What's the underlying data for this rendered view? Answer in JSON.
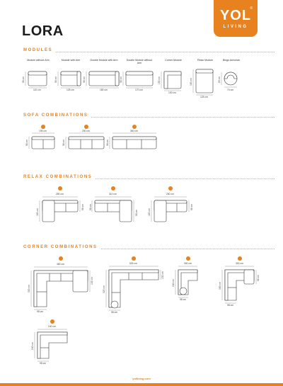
{
  "brand": {
    "logo_main": "YOL",
    "logo_sub": "LIVING",
    "registered": "®",
    "url": "yolliving.com",
    "accent": "#e8821e"
  },
  "product_title": "LORA",
  "sections": {
    "modules": "MODULES",
    "sofa": "SOFA COMBINATIONS",
    "relax": "RELAX COMBINATIONS",
    "corner": "CORNER COMBINATIONS"
  },
  "modules": [
    {
      "label": "Module without Arm",
      "width": "110 cm",
      "height": "98 cm"
    },
    {
      "label": "Module with Arm",
      "width": "125 cm",
      "height": "98 cm"
    },
    {
      "label": "Double Module with Arm",
      "width": "180 cm",
      "height": "98 cm"
    },
    {
      "label": "Double Module without Arm",
      "width": "170 cm",
      "height": "98 cm"
    },
    {
      "label": "Corner Module",
      "width": "100 cm",
      "height": "100 cm"
    },
    {
      "label": "Relax Module",
      "width": "125 cm",
      "height": "163 cm"
    },
    {
      "label": "Bingo Armchair",
      "width": "70 cm",
      "height": "85 cm"
    }
  ],
  "sofa_combinations": [
    {
      "width": "195 cm",
      "height": "98 cm"
    },
    {
      "width": "250 cm",
      "height": "98 cm"
    },
    {
      "width": "360 cm",
      "height": "98 cm"
    }
  ],
  "relax_combinations": [
    {
      "width": "280 cm",
      "height": "163 cm",
      "side": "98 cm"
    },
    {
      "width": "310 cm",
      "height": "98 cm",
      "side": "98 cm"
    },
    {
      "width": "250 cm",
      "height": "163 cm",
      "side": "98 cm"
    }
  ],
  "corner_combinations": [
    {
      "width": "460 cm",
      "height": "330 cm",
      "depth": "98 cm",
      "side": "132 cm"
    },
    {
      "width": "525 cm",
      "height": "323 cm",
      "depth": "98 cm",
      "side": "132 cm"
    },
    {
      "width": "300 cm",
      "height": "240 cm",
      "depth": "98 cm"
    },
    {
      "width": "300 cm",
      "height": "300 cm",
      "depth": "98 cm",
      "side": "98 cm"
    },
    {
      "width": "240 cm",
      "height": "240 cm",
      "depth": "98 cm"
    }
  ]
}
